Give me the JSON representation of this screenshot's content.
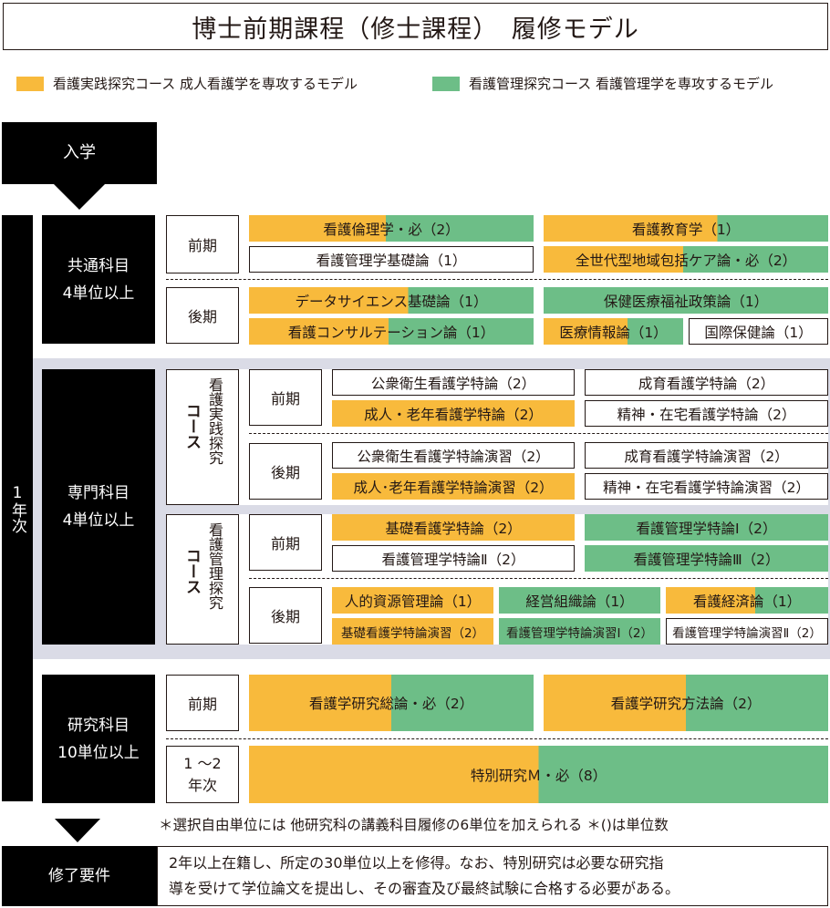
{
  "title": "博士前期課程（修士課程）　履修モデル",
  "legend": {
    "practice": {
      "label": "看護実践探究コース 成人看護学を専攻するモデル",
      "color": "#F8BA3C"
    },
    "management": {
      "label": "看護管理探究コース 看護管理学を専攻するモデル",
      "color": "#6DBE87"
    }
  },
  "flow": {
    "entry": "入学",
    "year_label": "1年次",
    "completion": "修了要件"
  },
  "common": {
    "label_line1": "共通科目",
    "label_line2": "4単位以上",
    "first_term": "前期",
    "second_term": "後期",
    "first": [
      "看護倫理学・必（2）",
      "看護教育学（1）",
      "看護管理学基礎論（1）",
      "全世代型地域包括ケア論・必（2）"
    ],
    "second": [
      "データサイエンス基礎論（1）",
      "保健医療福祉政策論（1）",
      "看護コンサルテーション論（1）",
      "医療情報論（1）",
      "国際保健論（1）"
    ]
  },
  "specialized": {
    "label_line1": "専門科目",
    "label_line2": "4単位以上",
    "practice_course": {
      "name_top": "看護実践探究",
      "name_bottom": "コース",
      "first_term": "前期",
      "second_term": "後期",
      "first": [
        "公衆衛生看護学特論（2）",
        "成育看護学特論（2）",
        "成人・老年看護学特論（2）",
        "精神・在宅看護学特論（2）"
      ],
      "second": [
        "公衆衛生看護学特論演習（2）",
        "成育看護学特論演習（2）",
        "成人･老年看護学特論演習（2）",
        "精神・在宅看護学特論演習（2）"
      ]
    },
    "management_course": {
      "name_top": "看護管理探究",
      "name_bottom": "コース",
      "first_term": "前期",
      "second_term": "後期",
      "first": [
        "基礎看護学特論（2）",
        "看護管理学特論Ⅰ（2）",
        "看護管理学特論Ⅱ（2）",
        "看護管理学特論Ⅲ（2）"
      ],
      "second": [
        "人的資源管理論（1）",
        "経営組織論（1）",
        "看護経済論（1）",
        "基礎看護学特論演習（2）",
        "看護管理学特論演習Ⅰ（2）",
        "看護管理学特論演習Ⅱ（2）"
      ]
    }
  },
  "research": {
    "label_line1": "研究科目",
    "label_line2": "10単位以上",
    "first_term": "前期",
    "span_line1": "1 ～2",
    "span_line2": "年次",
    "items": [
      "看護学研究総論・必（2）",
      "看護学研究方法論（2）",
      "特別研究Ｍ・必（8）"
    ]
  },
  "note": "＊選択自由単位には 他研究科の講義科目履修の6単位を加えられる ＊()は単位数",
  "completion_text": {
    "line1": "2年以上在籍し、所定の30単位以上を修得。なお、特別研究は必要な研究指",
    "line2": "導を受けて学位論文を提出し、その審査及び最終試験に合格する必要がある。"
  }
}
